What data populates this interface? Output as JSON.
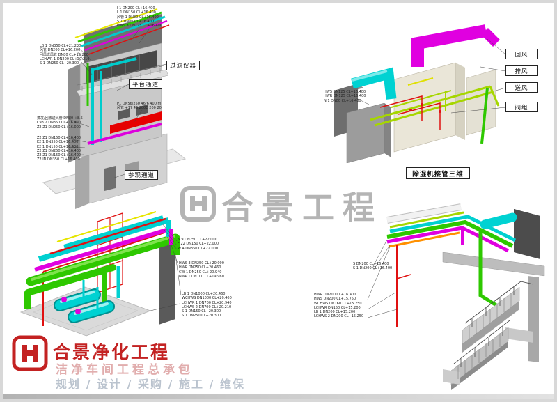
{
  "watermark": {
    "text": "合景工程"
  },
  "brand": {
    "name": "合景净化工程",
    "tagline": "洁净车间工程总承包",
    "services": "规划 / 设计 / 采购 / 施工 / 维保"
  },
  "colors": {
    "pipe_magenta": "#dd00dd",
    "pipe_cyan": "#00cccc",
    "pipe_green": "#2ec800",
    "pipe_chartreuse": "#a6d600",
    "pipe_red": "#e01010",
    "pipe_yellow": "#e6e600",
    "brand_red": "#c32222",
    "watermark_grey": "#b4b4b4"
  },
  "views": {
    "building": {
      "top_labels": [
        "I 1 DN200 CL+16.400",
        "L 1 DN150 CL+16.400",
        "风管 1 DN80 CL+16.400",
        "S 1 DN80 CL+16.400",
        "HWS 3 DN125 CL+16.400"
      ],
      "left_labels_a": [
        "LB 1 DN350 CL+21.200",
        "风管 DN200 CL+16.200",
        "回风送风管 DN80 CL+16.200",
        "LCHWR 1 DN200 CL+20.210",
        "S 1 DN250 CL+20.300"
      ],
      "left_labels_b": [
        "蒸发/回收送风管 DN80 +8.5",
        "C98 2 DN350 CL+16.400",
        "Z2 Z1 DN250 CL+16.000"
      ],
      "left_labels_c": [
        "Z2 Z1 DN150 CL+16.400",
        "E2 1 DN350 CL+16.400",
        "E2 1 DN150 CL+16.400",
        "Z2 Z1 DN250 CL+16.400",
        "Z2 Z1 DN150 CL+16.400",
        "Z2 IN DN350 CL+16.400"
      ],
      "note": [
        "P1 DN56/250 46/6 400 m",
        "风管 +17 46 200C 200 20"
      ],
      "callout_filter": "过滤仪器",
      "callout_platform": "平台通道",
      "callout_visit": "参观通道"
    },
    "dehumidifier": {
      "small_labels": [
        "HWS DN125 CL+16.400",
        "HWR DN125 CL+16.400",
        "N 1 DN80 CL+16.400"
      ],
      "callout_return": "回风",
      "callout_exhaust": "排风",
      "callout_supply": "送风",
      "callout_valve": "阀组",
      "caption": "除湿机接管三维"
    },
    "plantroom": {
      "labels_top": [
        "N 9 DN250 CL+22.000",
        "F 22 DN150 CL+22.000",
        "W 4 DN350 CL+22.000"
      ],
      "labels_mid": [
        "HWS 3 DN250 CL+20.090",
        "HWR DN250 CL+20.460",
        "CW 1 DN250 CL+20.940",
        "NWP 1 DN100 CL+19.960"
      ],
      "labels_bottom": [
        "LB 1 DN1000 CL+20.460",
        "WCHWS DN1000 CL+20.460",
        "LCHWR 1 DN700 CL+20.940",
        "LCHWS 2 DN700 CL+20.210",
        "S 1 DN150 CL+20.300",
        "S 1 DN250 CL+20.300"
      ]
    },
    "staircase": {
      "labels_top": [
        "S DN200 CL+16.400",
        "S 1 DN200 CL+16.400"
      ],
      "labels_left": [
        "HWR DN200 CL+16.400",
        "HWS DN200 CL+15.750",
        "WCHWS DN160 CL+15.250",
        "LCHWR DN150 CL+15.200",
        "LB 1 DN200 CL+15.200",
        "LCHWS 2 DN200 CL+15.250"
      ]
    }
  }
}
